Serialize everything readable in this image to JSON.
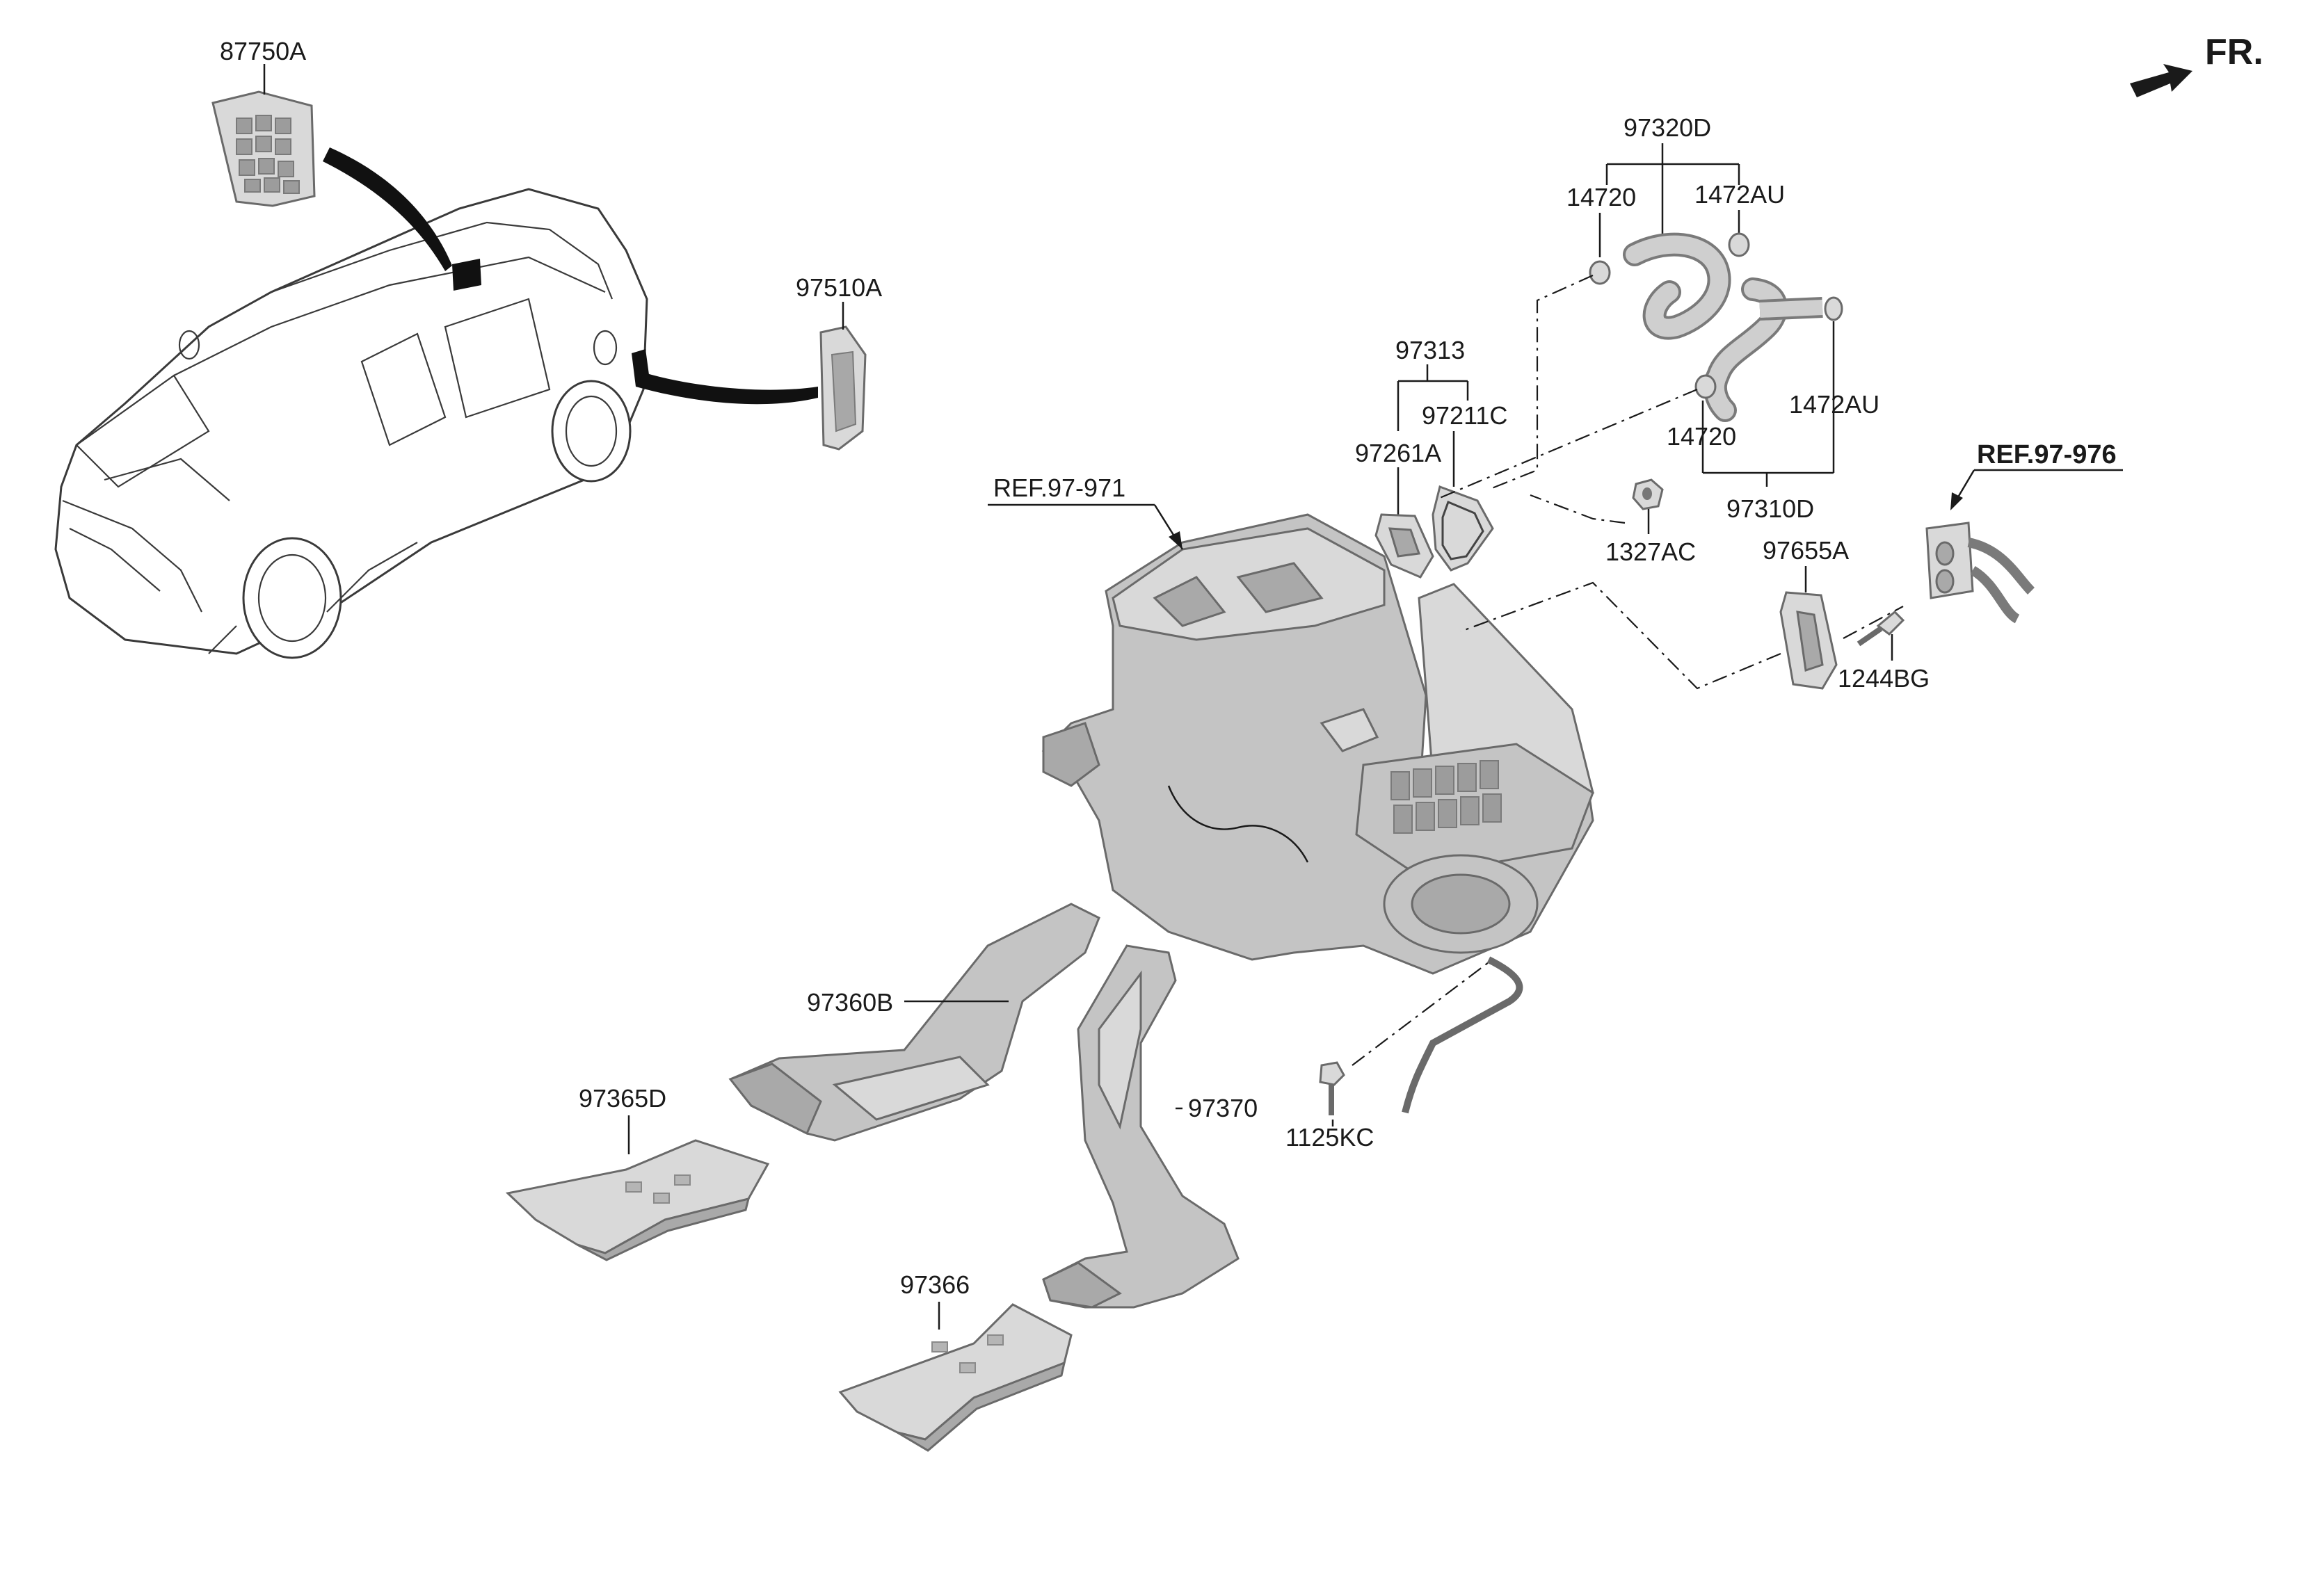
{
  "direction": {
    "label": "FR."
  },
  "labels": {
    "p87750A": "87750A",
    "p97510A": "97510A",
    "p97320D": "97320D",
    "p14720_top": "14720",
    "p1472AU_top": "1472AU",
    "p97313": "97313",
    "p97211C": "97211C",
    "p97261A": "97261A",
    "p1472AU_right": "1472AU",
    "p14720_mid": "14720",
    "p97310D": "97310D",
    "p1327AC": "1327AC",
    "ref971": "REF.97-971",
    "ref976": "REF.97-976",
    "p97655A": "97655A",
    "p1244BG": "1244BG",
    "p97360B": "97360B",
    "p97365D": "97365D",
    "p97370": "97370",
    "p1125KC": "1125KC",
    "p97366": "97366"
  }
}
